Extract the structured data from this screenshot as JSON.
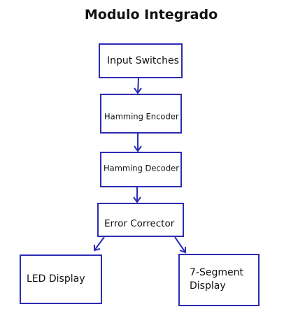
{
  "title": "Modulo Integrado",
  "nodes": {
    "input_switches": "Input Switches",
    "hamming_encoder": "Hamming Encoder",
    "hamming_decoder": "Hamming Decoder",
    "error_corrector": "Error Corrector",
    "led_display": "LED Display",
    "seven_segment_line1": "7-Segment",
    "seven_segment_line2": "Display"
  },
  "colors": {
    "stroke": "#2c2cb4",
    "text": "#111111",
    "background": "#ffffff"
  }
}
